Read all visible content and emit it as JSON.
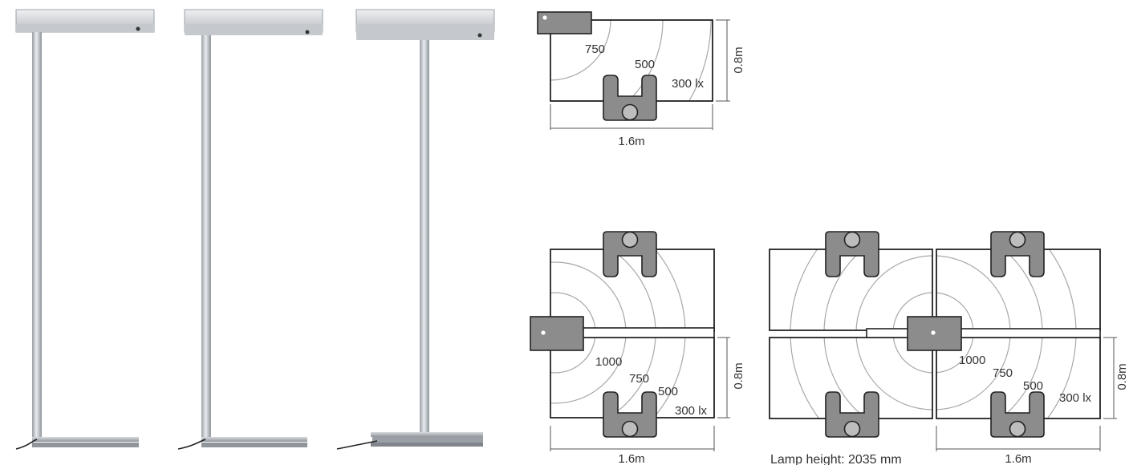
{
  "colors": {
    "lamp_box": "#8c8c8c",
    "contour": "#a8a8a8",
    "desk_outline": "#222222",
    "chair": "#8c8c8c",
    "pole": "#c9ccd0"
  },
  "diagram_single": {
    "contours": [
      "750",
      "500",
      "300 lx"
    ],
    "width_label": "1.6m",
    "depth_label": "0.8m"
  },
  "diagram_double": {
    "contours": [
      "1000",
      "750",
      "500",
      "300 lx"
    ],
    "width_label": "1.6m",
    "depth_label": "0.8m"
  },
  "diagram_quad": {
    "contours": [
      "1000",
      "750",
      "500",
      "300 lx"
    ],
    "width_label": "1.6m",
    "depth_label": "0.8m",
    "caption": "Lamp height: 2035 mm"
  },
  "icons": {
    "lamp": "floor-lamp-icon",
    "lamp_head": "luminaire-head-icon",
    "chair": "office-chair-icon"
  }
}
